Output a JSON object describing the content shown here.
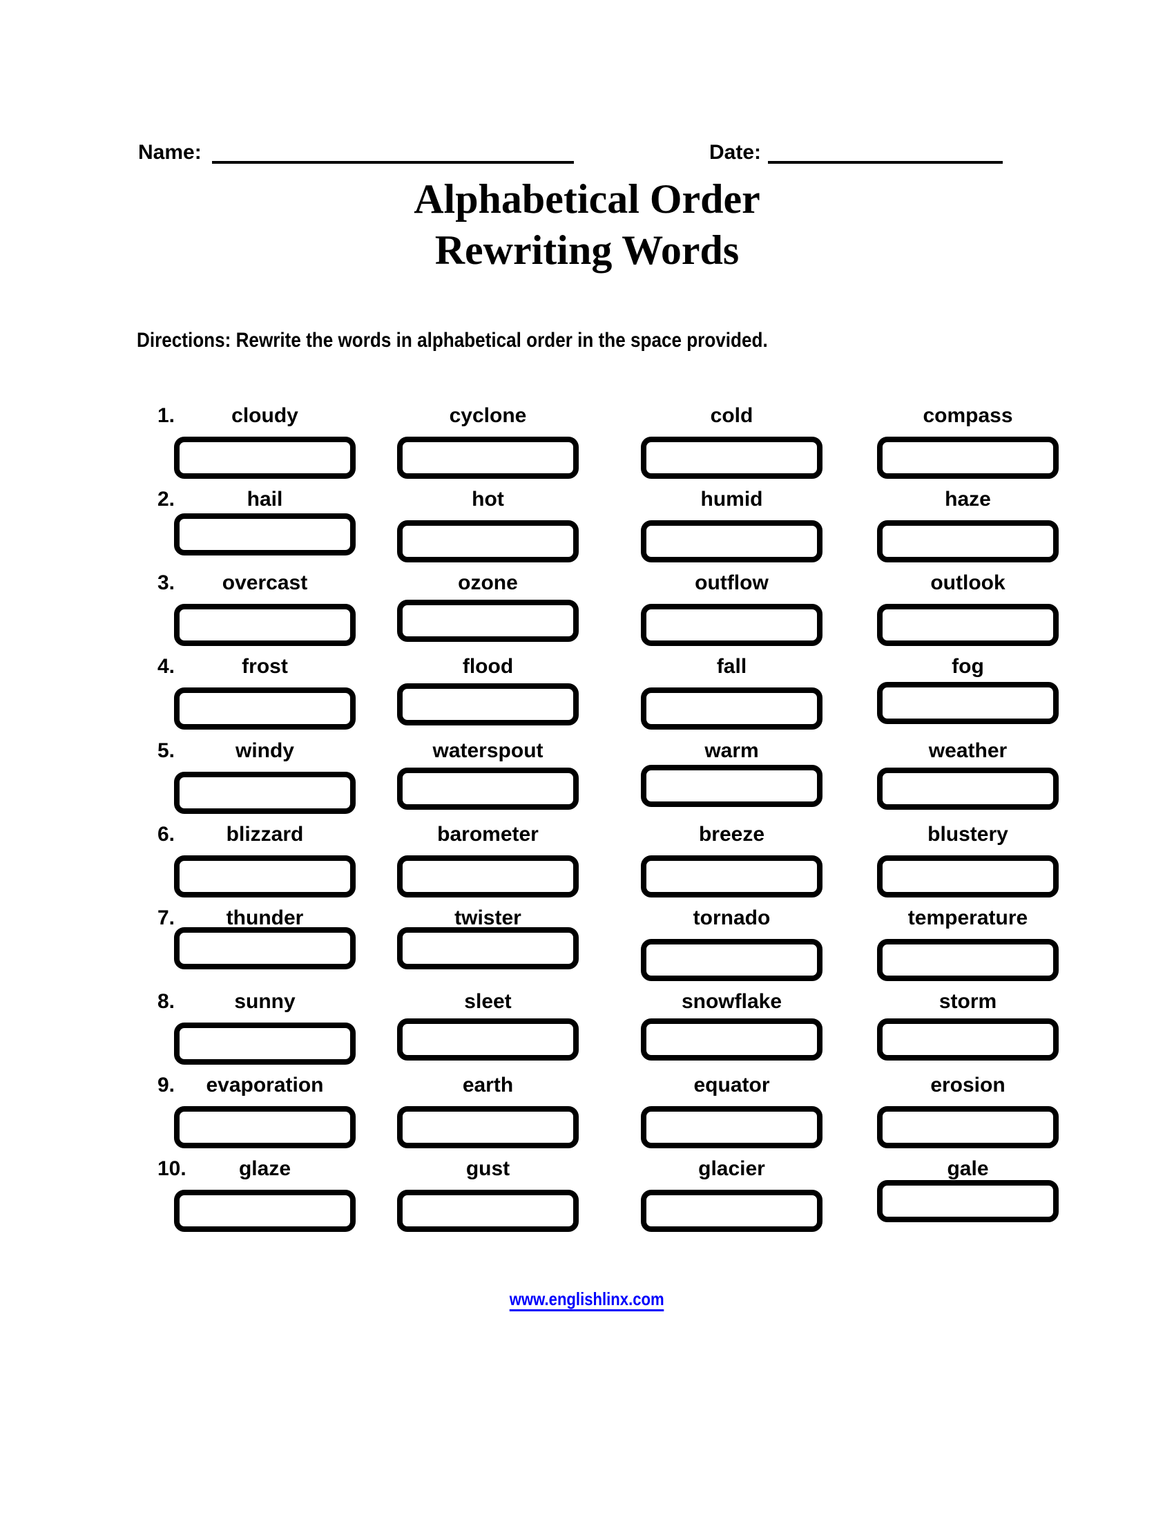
{
  "header": {
    "name_label": "Name:",
    "date_label": "Date:"
  },
  "title": {
    "line1": "Alphabetical Order",
    "line2": "Rewriting Words"
  },
  "directions": "Directions: Rewrite the words in alphabetical order in the space provided.",
  "rows": [
    {
      "number": "1.",
      "words": [
        "cloudy",
        "cyclone",
        "cold",
        "compass"
      ]
    },
    {
      "number": "2.",
      "words": [
        "hail",
        "hot",
        "humid",
        "haze"
      ]
    },
    {
      "number": "3.",
      "words": [
        "overcast",
        "ozone",
        "outflow",
        "outlook"
      ]
    },
    {
      "number": "4.",
      "words": [
        "frost",
        "flood",
        "fall",
        "fog"
      ]
    },
    {
      "number": "5.",
      "words": [
        "windy",
        "waterspout",
        "warm",
        "weather"
      ]
    },
    {
      "number": "6.",
      "words": [
        "blizzard",
        "barometer",
        "breeze",
        "blustery"
      ]
    },
    {
      "number": "7.",
      "words": [
        "thunder",
        "twister",
        "tornado",
        "temperature"
      ]
    },
    {
      "number": "8.",
      "words": [
        "sunny",
        "sleet",
        "snowflake",
        "storm"
      ]
    },
    {
      "number": "9.",
      "words": [
        "evaporation",
        "earth",
        "equator",
        "erosion"
      ]
    },
    {
      "number": "10.",
      "words": [
        "glaze",
        "gust",
        "glacier",
        "gale"
      ]
    }
  ],
  "footer": {
    "link_text": "www.englishlinx.com",
    "link_color": "#0000FB"
  }
}
